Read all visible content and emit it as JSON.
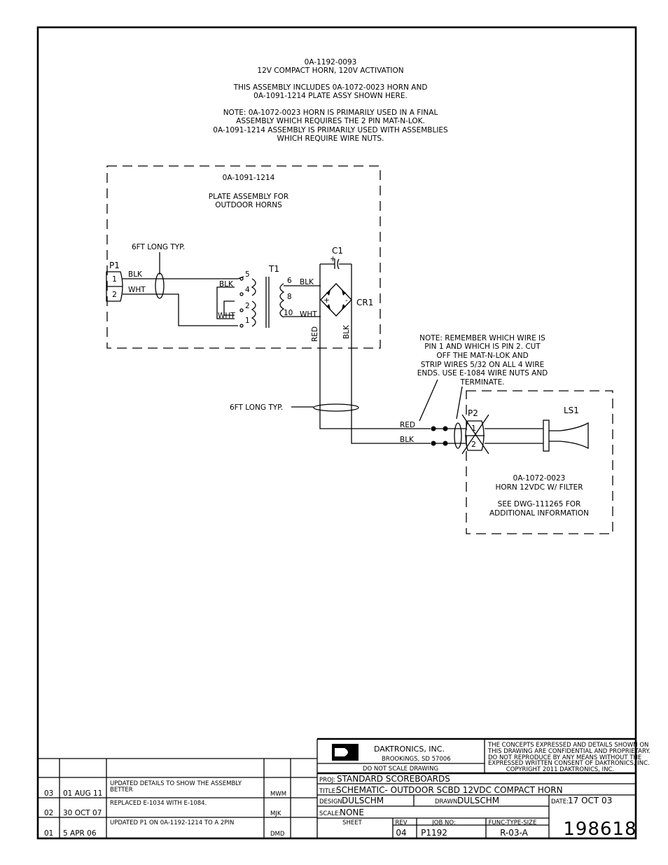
{
  "header_notes": {
    "part_number": "0A-1192-0093",
    "description": "12V COMPACT HORN, 120V ACTIVATION",
    "includes_line1": "THIS ASSEMBLY INCLUDES 0A-1072-0023 HORN AND",
    "includes_line2": "0A-1091-1214 PLATE ASSY SHOWN HERE.",
    "note_line1": "NOTE:  0A-1072-0023 HORN IS PRIMARILY USED IN A FINAL",
    "note_line2": "ASSEMBLY WHICH REQUIRES THE 2 PIN MAT-N-LOK.",
    "note_line3": "0A-1091-1214 ASSEMBLY IS PRIMARILY USED WITH ASSEMBLIES",
    "note_line4": "WHICH REQUIRE WIRE NUTS."
  },
  "plate_box": {
    "part_number": "0A-1091-1214",
    "title_line1": "PLATE ASSEMBLY FOR",
    "title_line2": "OUTDOOR HORNS",
    "cable_note": "6FT LONG TYP."
  },
  "components": {
    "p1": "P1",
    "p1_pin1": "1",
    "p1_pin2": "2",
    "blk": "BLK",
    "wht": "WHT",
    "t1": "T1",
    "c1": "C1",
    "cr1": "CR1",
    "t1_pins": [
      "5",
      "4",
      "2",
      "1"
    ],
    "t1_sec_pins": [
      "6",
      "8",
      "10"
    ],
    "t1_blk": "BLK",
    "t1_wht": "WHT",
    "sec_blk": "BLK",
    "sec_wht": "WHT",
    "red_vert": "RED",
    "blk_vert": "BLK",
    "plus": "+",
    "minus": "-",
    "red_out": "RED",
    "blk_out": "BLK",
    "p2": "P2",
    "p2_pin1": "1",
    "p2_pin2": "2",
    "ls1": "LS1"
  },
  "middle_cable_note": "6FT LONG TYP.",
  "wire_note": [
    "NOTE:  REMEMBER WHICH WIRE IS",
    "PIN 1 AND WHICH IS PIN 2.  CUT",
    "OFF THE MAT-N-LOK AND",
    "STRIP WIRES 5/32 ON ALL 4 WIRE",
    "ENDS.  USE E-1084 WIRE NUTS AND",
    "TERMINATE."
  ],
  "horn_box": {
    "part_number": "0A-1072-0023",
    "description": "HORN 12VDC W/ FILTER",
    "see_line1": "SEE DWG-111265 FOR",
    "see_line2": "ADDITIONAL INFORMATION"
  },
  "revisions": [
    {
      "rev": "03",
      "date": "01 AUG 11",
      "desc1": "UPDATED DETAILS TO SHOW THE ASSEMBLY",
      "desc2": "BETTER",
      "by": "MWM"
    },
    {
      "rev": "02",
      "date": "30 OCT 07",
      "desc1": "REPLACED E-1034 WITH E-1084.",
      "desc2": "",
      "by": "MJK"
    },
    {
      "rev": "01",
      "date": "5 APR 06",
      "desc1": "UPDATED  P1 ON 0A-1192-1214 TO A 2PIN",
      "desc2": "",
      "by": "DMD"
    }
  ],
  "title_block": {
    "company": "DAKTRONICS,  INC.",
    "city": "BROOKINGS,  SD   57006",
    "scale_note": "DO NOT SCALE DRAWING",
    "confidential": [
      "THE  CONCEPTS  EXPRESSED  AND  DETAILS  SHOWN  ON",
      "THIS  DRAWING  ARE  CONFIDENTIAL  AND  PROPRIETARY.",
      "DO  NOT  REPRODUCE  BY  ANY  MEANS  WITHOUT  THE",
      "EXPRESSED  WRITTEN  CONSENT  OF  DAKTRONICS,  INC.",
      "COPYRIGHT  2011  DAKTRONICS,  INC."
    ],
    "proj_label": "PROJ:",
    "proj": "STANDARD  SCOREBOARDS",
    "title_label": "TITLE:",
    "title": "SCHEMATIC-  OUTDOOR  SCBD  12VDC  COMPACT  HORN",
    "design_label": "DESIGN:",
    "design": "DULSCHM",
    "drawn_label": "DRAWN:",
    "drawn": "DULSCHM",
    "date_label": "DATE:",
    "date": "17  OCT  03",
    "scale_label": "SCALE:",
    "scale": "NONE",
    "sheet_label": "SHEET",
    "rev_label": "REV",
    "job_label": "JOB  NO:",
    "func_label": "FUNC-TYPE-SIZE",
    "rev": "04",
    "job": "P1192",
    "func": "R-03-A",
    "drawing_number": "198618"
  }
}
